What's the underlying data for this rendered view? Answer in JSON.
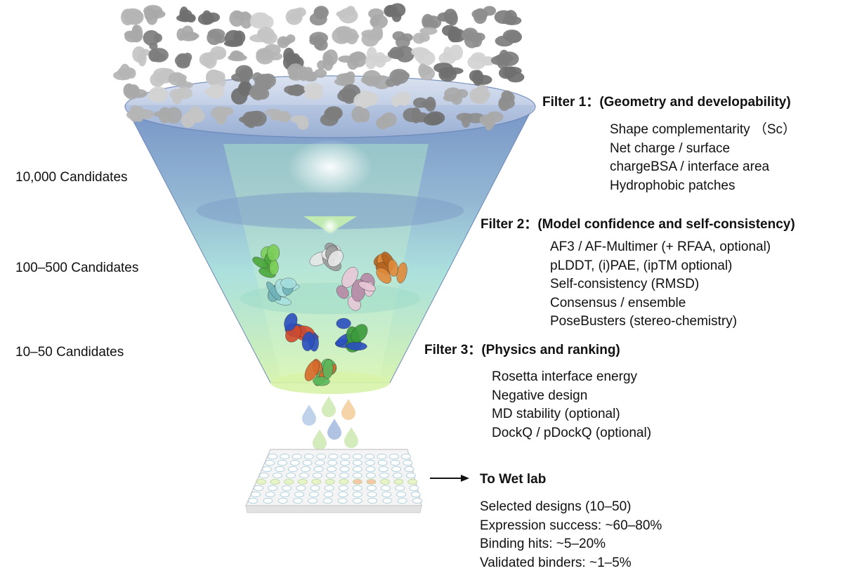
{
  "candidates": [
    {
      "label": "10,000 Candidates"
    },
    {
      "label": "100–500 Candidates"
    },
    {
      "label": "10–50 Candidates"
    }
  ],
  "filters": [
    {
      "prefix": "Filter 1：",
      "title": "(Geometry and developability)",
      "items": [
        "Shape complementarity （Sc）",
        "Net charge / surface",
        "chargeBSA / interface area",
        "Hydrophobic patches"
      ]
    },
    {
      "prefix": "Filter 2：",
      "title": "(Model confidence and self-consistency)",
      "items": [
        "AF3 / AF-Multimer (+ RFAA, optional)",
        "pLDDT, (i)PAE, (ipTM optional)",
        "Self-consistency (RMSD)",
        "Consensus / ensemble",
        "PoseBusters (stereo-chemistry)"
      ]
    },
    {
      "prefix": "Filter 3：",
      "title": "(Physics and ranking)",
      "items": [
        "Rosetta interface energy",
        "Negative design",
        "MD stability (optional)",
        "DockQ / pDockQ (optional)"
      ]
    }
  ],
  "wetlab": {
    "title": "To Wet lab",
    "items": [
      "Selected designs (10–50)",
      "Expression success: ~60–80%",
      "Binding hits: ~5–20%",
      "Validated binders: ~1–5%"
    ]
  },
  "colors": {
    "funnel_top": "#6f8fc4",
    "funnel_mid": "#8fd0cf",
    "funnel_bottom": "#c9ef9c",
    "rim": "#b8c8e4",
    "blob_gray": "#9a9a9a",
    "drop_blue": "#b9cde8",
    "drop_green": "#cfe9b4",
    "drop_orange": "#f4cfa0",
    "plate": "#f3f3f3"
  }
}
